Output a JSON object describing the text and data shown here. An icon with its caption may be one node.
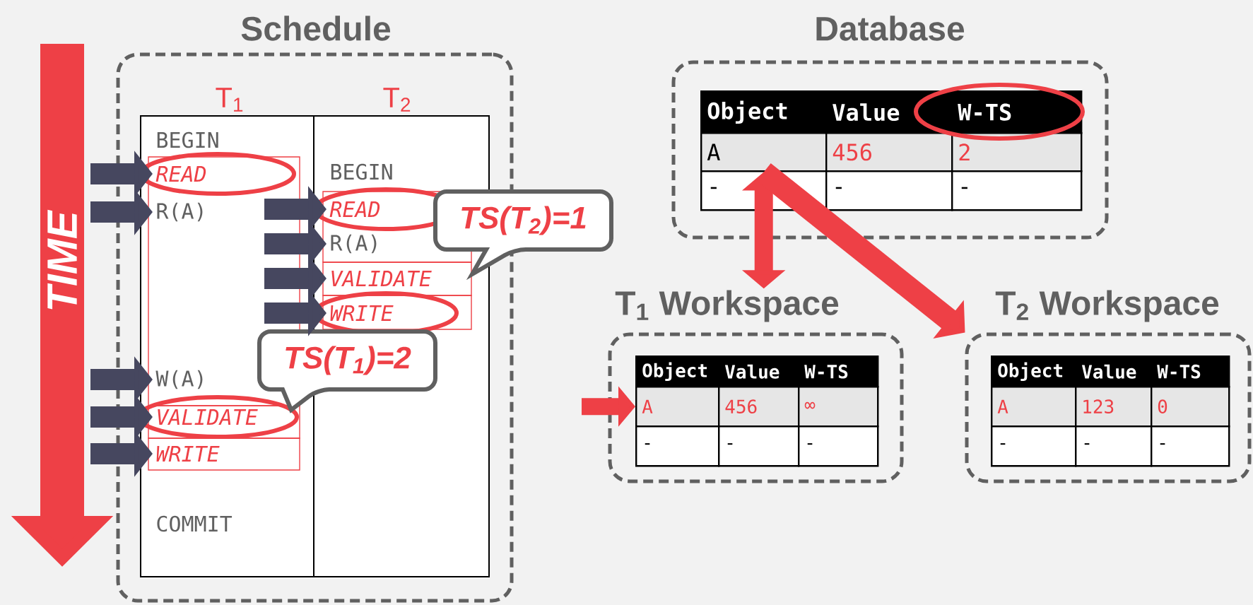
{
  "diagram": {
    "nodes": [
      {
        "text": [
          "Schedule"
        ]
      },
      {
        "text": [
          "T$_{1}$"
        ],
        "in": 0
      },
      {
        "text": [
          "T$_{2}$"
        ],
        "in": 0
      },
      {
        "text": [
          "BEGIN"
        ],
        "in": 1
      },
      {
        "text": [
          "READ"
        ],
        "in": 1
      },
      {
        "text": [
          "R(A)"
        ],
        "in": 1
      },
      {
        "text": [
          "W(A)"
        ],
        "in": 1
      },
      {
        "text": [
          "VALIDATE"
        ],
        "in": 1
      },
      {
        "text": [
          "WRITE"
        ],
        "in": 1
      },
      {
        "text": [
          "COMMIT"
        ],
        "in": 1
      },
      {
        "text": [
          "BEGIN"
        ],
        "in": 2
      },
      {
        "text": [
          "READ"
        ],
        "in": 2
      },
      {
        "text": [
          "R(A)"
        ],
        "in": 2
      },
      {
        "text": [
          "VALIDATE"
        ],
        "in": 2
      },
      {
        "text": [
          "WRITE"
        ],
        "in": 2
      },
      {
        "text": [
          "TS(T$_{2}$)=1"
        ]
      },
      {
        "text": [
          "TS(T$_{1}$)=2"
        ],
        "in": 0
      },
      {
        "text": [
          "Database"
        ]
      },
      {
        "text": [
          "A"
        ],
        "in": 17
      },
      {
        "text": [
          "T$_{1}$ Workspace"
        ]
      },
      {
        "text": [
          "A"
        ],
        "in": 19
      },
      {
        "text": [
          "T$_{2}$ Workspace"
        ]
      }
    ],
    "edges": [
      {
        "from": null,
        "to": 4,
        "arrow": "to"
      },
      {
        "from": null,
        "to": 5,
        "arrow": "to"
      },
      {
        "from": null,
        "to": 6,
        "arrow": "to"
      },
      {
        "from": null,
        "to": 7,
        "arrow": "to"
      },
      {
        "from": null,
        "to": 8,
        "arrow": "to"
      },
      {
        "from": null,
        "to": 11,
        "arrow": "to"
      },
      {
        "from": null,
        "to": 12,
        "arrow": "to"
      },
      {
        "from": null,
        "to": 13,
        "arrow": "to"
      },
      {
        "from": null,
        "to": 14,
        "arrow": "to"
      },
      {
        "from": 18,
        "to": 19,
        "arrow": "both",
        "color": "#ee4046"
      },
      {
        "from": 18,
        "to": 21,
        "arrow": "to",
        "color": "#ee4046"
      },
      {
        "from": null,
        "to": 20,
        "arrow": "to",
        "color": "#ee4046"
      }
    ],
    "labels": [
      "TIME",
      "Object",
      "Value",
      "W-TS",
      "456",
      "2",
      "-",
      "-",
      "-",
      "Object",
      "Value",
      "W-TS",
      "456",
      "∞",
      "-",
      "-",
      "-",
      "Object",
      "Value",
      "W-TS",
      "A",
      "123",
      "0",
      "-",
      "-",
      "-"
    ]
  }
}
